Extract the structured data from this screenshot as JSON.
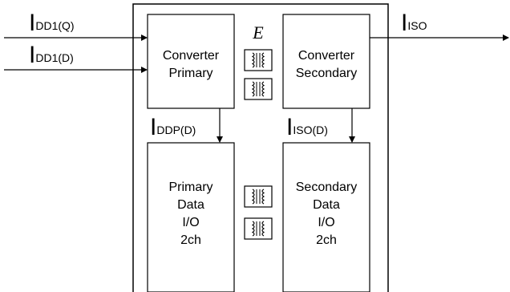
{
  "signals": {
    "iq": {
      "main": "I",
      "sub": "DD1(Q)"
    },
    "id": {
      "main": "I",
      "sub": "DD1(D)"
    },
    "iso": {
      "main": "I",
      "sub": "ISO"
    },
    "iddp": {
      "main": "I",
      "sub": "DDP(D)"
    },
    "isod": {
      "main": "I",
      "sub": "ISO(D)"
    }
  },
  "energy_symbol": "E",
  "blocks": {
    "converter_primary": [
      "Converter",
      "Primary"
    ],
    "converter_secondary": [
      "Converter",
      "Secondary"
    ],
    "primary_data_io": [
      "Primary",
      "Data",
      "I/O",
      "2ch"
    ],
    "secondary_data_io": [
      "Secondary",
      "Data",
      "I/O",
      "2ch"
    ]
  }
}
